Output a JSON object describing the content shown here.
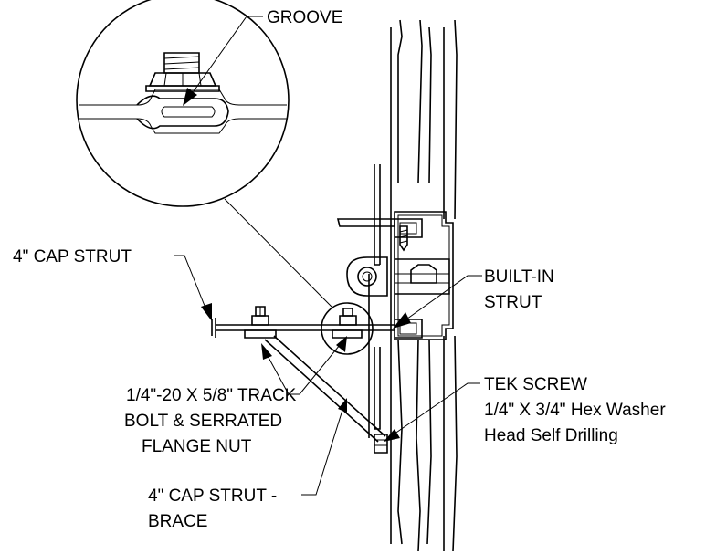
{
  "labels": {
    "groove": "GROOVE",
    "cap_strut": "4\" CAP STRUT",
    "built_in_line1": "BUILT-IN",
    "built_in_line2": "STRUT",
    "track_bolt_line1": "1/4\"-20 X 5/8\" TRACK",
    "track_bolt_line2": "BOLT & SERRATED",
    "track_bolt_line3": "FLANGE NUT",
    "tek_line1": "TEK SCREW",
    "tek_line2": "1/4\" X 3/4\" Hex Washer",
    "tek_line3": "Head Self Drilling",
    "brace_line1": "4\" CAP STRUT -",
    "brace_line2": "BRACE"
  },
  "colors": {
    "ink": "#000000",
    "background": "#ffffff"
  }
}
